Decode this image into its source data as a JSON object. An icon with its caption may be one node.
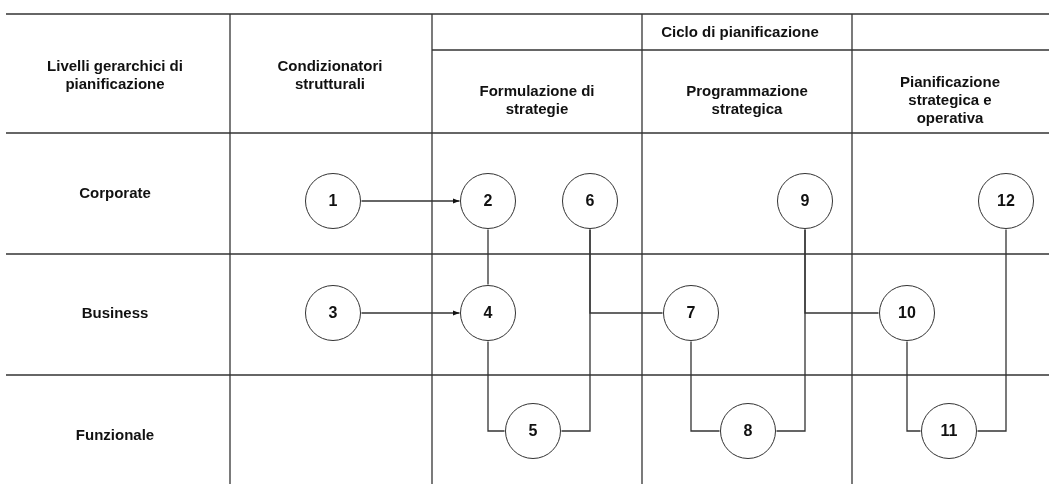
{
  "diagram": {
    "nodes": [
      {
        "text": [
          "1"
        ]
      },
      {
        "text": [
          "2"
        ]
      },
      {
        "text": [
          "3"
        ]
      },
      {
        "text": [
          "4"
        ]
      },
      {
        "text": [
          "5"
        ]
      },
      {
        "text": [
          "6"
        ]
      },
      {
        "text": [
          "7"
        ]
      },
      {
        "text": [
          "8"
        ]
      },
      {
        "text": [
          "9"
        ]
      },
      {
        "text": [
          "10"
        ]
      },
      {
        "text": [
          "11"
        ]
      },
      {
        "text": [
          "12"
        ]
      }
    ],
    "edges": [
      {
        "from": 0,
        "to": 1,
        "arrow": "to"
      },
      {
        "from": 2,
        "to": 3,
        "arrow": "to"
      },
      {
        "from": 1,
        "to": 3,
        "arrow": "none"
      },
      {
        "from": 3,
        "to": 4,
        "arrow": "none"
      },
      {
        "from": 4,
        "to": 5,
        "arrow": "none"
      },
      {
        "from": 5,
        "to": 6,
        "arrow": "none"
      },
      {
        "from": 6,
        "to": 7,
        "arrow": "none"
      },
      {
        "from": 7,
        "to": 8,
        "arrow": "none"
      },
      {
        "from": 8,
        "to": 9,
        "arrow": "none"
      },
      {
        "from": 9,
        "to": 10,
        "arrow": "none"
      },
      {
        "from": 10,
        "to": 11,
        "arrow": "none"
      }
    ],
    "labels": [
      "Livelli gerarchici di pianificazione",
      "Condizionatori strutturali",
      "Ciclo di pianificazione",
      "Formulazione di strategie",
      "Programmazione strategica",
      "Pianificazione strategica e operativa",
      "Corporate",
      "Business",
      "Funzionale"
    ]
  }
}
